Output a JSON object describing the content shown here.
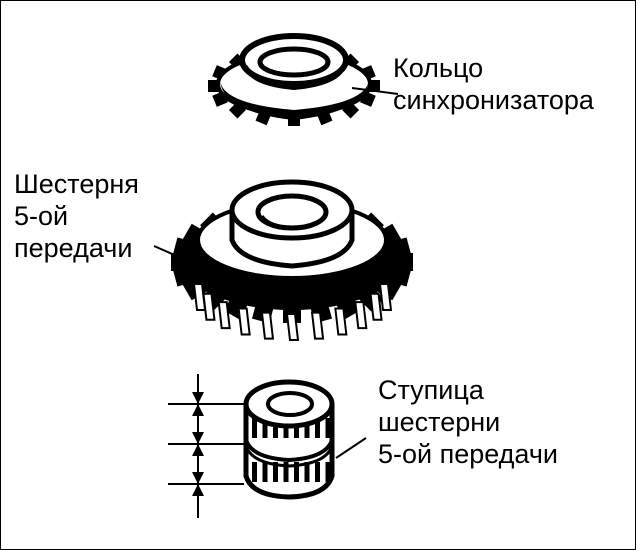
{
  "labels": {
    "ring": [
      "Кольцо",
      "синхронизатора"
    ],
    "gear": [
      "Шестерня",
      "5-ой",
      "передачи"
    ],
    "hub": [
      "Ступица",
      "шестерни",
      "5-ой передачи"
    ]
  },
  "colors": {
    "ink": "#000000",
    "paper": "#ffffff"
  }
}
